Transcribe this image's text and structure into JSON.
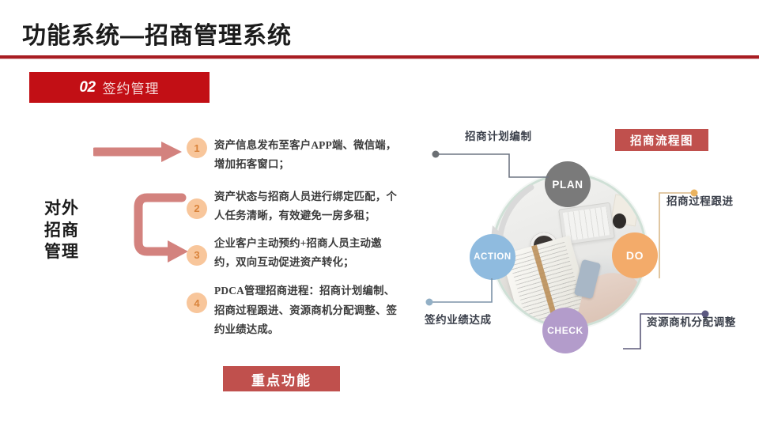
{
  "header": {
    "title": "功能系统—招商管理系统",
    "rule_color": "#a81d22"
  },
  "section": {
    "number": "02",
    "label": "签约管理",
    "chip_color": "#c20f15"
  },
  "left_panel": {
    "vertical_title": "对外\n招商\n管理",
    "vertical_title_lines": [
      "对外",
      "招商",
      "管理"
    ],
    "arrow_color": "#d3827e",
    "items": [
      {
        "num": "1",
        "text": "资产信息发布至客户APP端、微信端，增加拓客窗口；"
      },
      {
        "num": "2",
        "text": "资产状态与招商人员进行绑定匹配，个人任务清晰，有效避免一房多租；"
      },
      {
        "num": "3",
        "text": "企业客户主动预约+招商人员主动邀约，双向互动促进资产转化；"
      },
      {
        "num": "4",
        "text": "PDCA管理招商进程：招商计划编制、招商过程跟进、资源商机分配调整、签约业绩达成。"
      }
    ],
    "badge_color": "#f8c69b",
    "badge_text_color": "#d9833b",
    "key_function_chip": "重点功能",
    "key_function_color": "#c0504d"
  },
  "diagram": {
    "flow_chip": "招商流程图",
    "flow_chip_color": "#c0504d",
    "nodes": [
      {
        "id": "plan",
        "label": "PLAN",
        "color": "#7a7a7a",
        "callout": "招商计划编制"
      },
      {
        "id": "do",
        "label": "DO",
        "color": "#f3ab6a",
        "callout": "招商过程跟进"
      },
      {
        "id": "check",
        "label": "CHECK",
        "color": "#b39ccb",
        "callout": "资源商机分配调整"
      },
      {
        "id": "action",
        "label": "ACTION",
        "color": "#8fbbdf",
        "callout": "签约业绩达成"
      }
    ],
    "ring_color": "#cfe0d6"
  }
}
